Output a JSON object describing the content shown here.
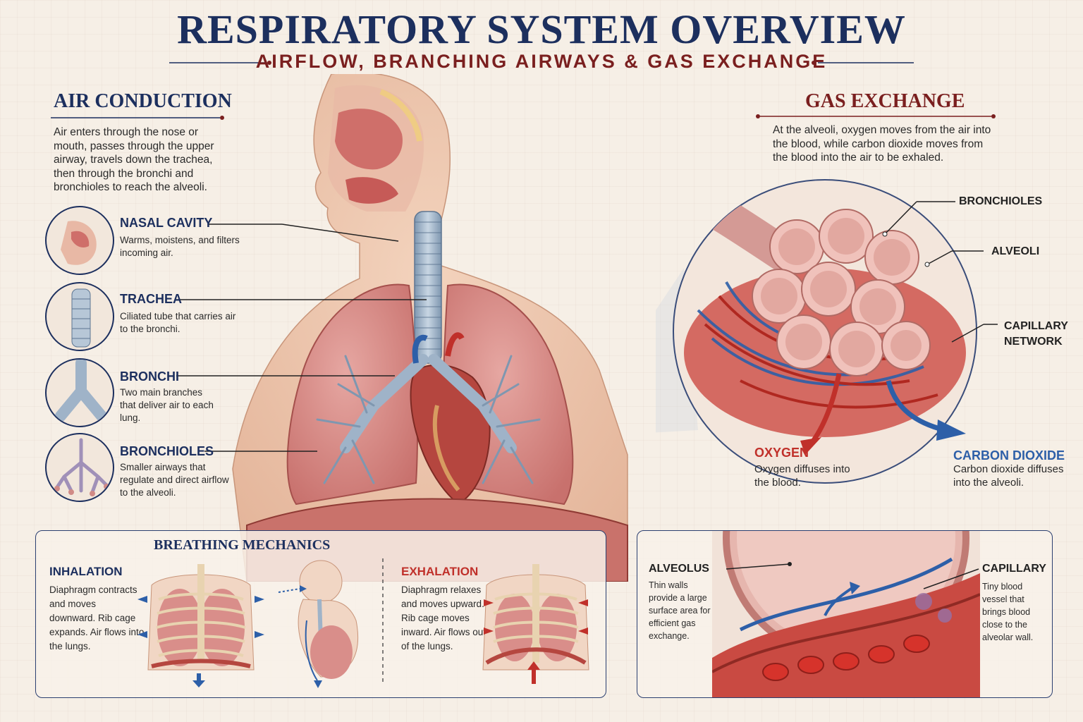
{
  "header": {
    "title": "RESPIRATORY SYSTEM OVERVIEW",
    "subtitle": "AIRFLOW, BRANCHING AIRWAYS & GAS EXCHANGE"
  },
  "air_conduction": {
    "title": "AIR CONDUCTION",
    "text": "Air enters through the nose or mouth, passes through the upper airway, travels down the trachea, then through the bronchi and bronchioles to reach the alveoli.",
    "items": [
      {
        "label": "NASAL CAVITY",
        "desc": "Warms, moistens, and filters incoming air."
      },
      {
        "label": "TRACHEA",
        "desc": "Ciliated tube that carries air to the bronchi."
      },
      {
        "label": "BRONCHI",
        "desc": "Two main branches that deliver air to each lung."
      },
      {
        "label": "BRONCHIOLES",
        "desc": "Smaller airways that regulate and direct airflow to the alveoli."
      }
    ]
  },
  "gas_exchange": {
    "title": "GAS EXCHANGE",
    "text": "At the alveoli, oxygen moves from the air into the blood, while carbon dioxide moves from the blood into the air to be exhaled.",
    "labels": {
      "bronchioles": "BRONCHIOLES",
      "alveoli": "ALVEOLI",
      "capillary_line1": "CAPILLARY",
      "capillary_line2": "NETWORK"
    },
    "oxygen": {
      "label": "OXYGEN",
      "desc": "Oxygen diffuses into the blood."
    },
    "co2": {
      "label": "CARBON DIOXIDE",
      "desc": "Carbon dioxide diffuses into the alveoli."
    }
  },
  "breathing": {
    "title": "BREATHING MECHANICS",
    "inhalation": {
      "label": "INHALATION",
      "desc": "Diaphragm contracts and moves downward. Rib cage expands. Air flows into the lungs."
    },
    "exhalation": {
      "label": "EXHALATION",
      "desc": "Diaphragm relaxes and moves upward. Rib cage moves inward. Air flows out of the lungs."
    }
  },
  "alveolus_detail": {
    "alveolus": {
      "label": "ALVEOLUS",
      "desc": "Thin walls provide a large surface area for efficient gas exchange."
    },
    "capillary": {
      "label": "CAPILLARY",
      "desc": "Tiny blood vessel that brings blood close to the alveolar wall."
    }
  },
  "colors": {
    "navy": "#1c2f5e",
    "maroon": "#7a1f1f",
    "oxygen_red": "#c0302a",
    "co2_blue": "#2d5fa8",
    "lung_pink": "#d98e8a",
    "airway_blue": "#9fb3c8"
  }
}
